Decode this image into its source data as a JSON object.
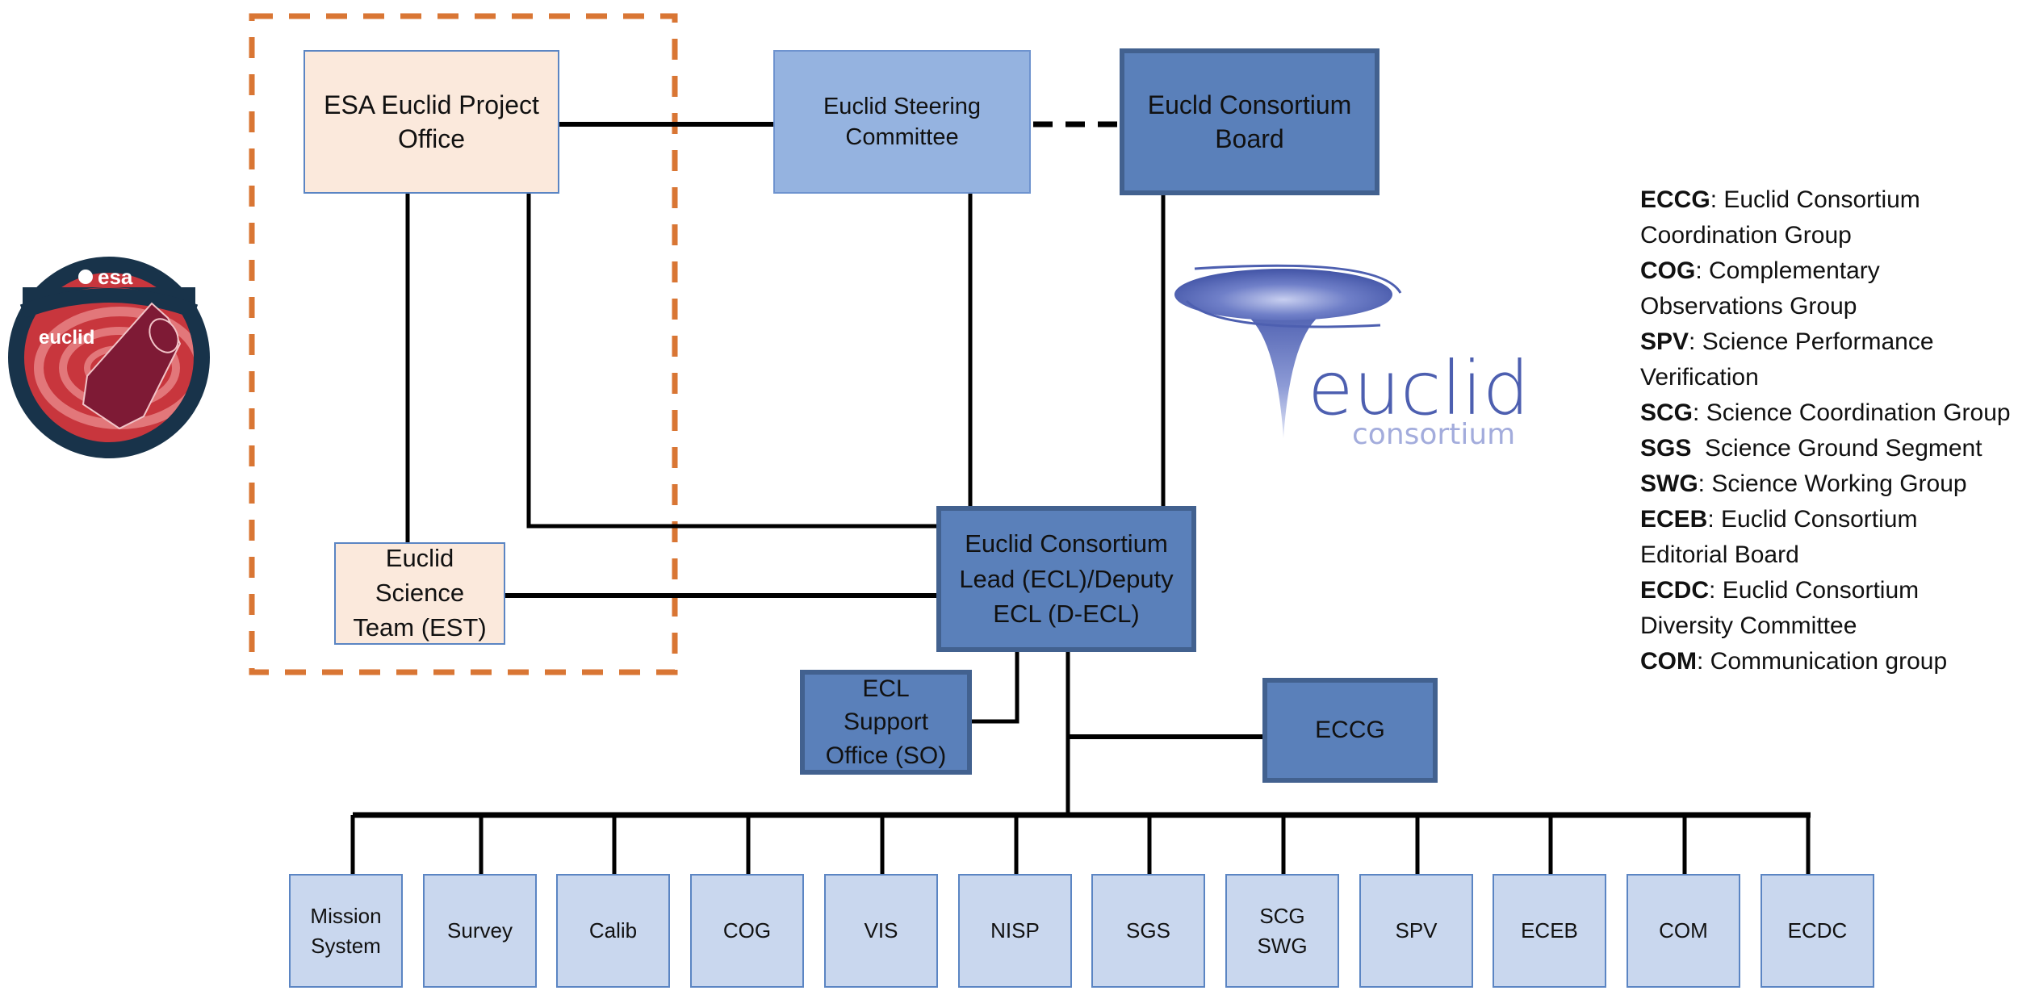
{
  "diagram": {
    "boxes": {
      "esa_project_office": "ESA Euclid Project\nOffice",
      "steering_committee": "Euclid Steering\nCommittee",
      "consortium_board": "Eucld Consortium\nBoard",
      "science_team": "Euclid\nScience\nTeam (EST)",
      "consortium_lead": "Euclid Consortium\nLead (ECL)/Deputy\nECL (D-ECL)",
      "support_office": "ECL\nSupport\nOffice (SO)",
      "eccg": "ECCG"
    },
    "groups": [
      {
        "label": "Mission\nSystem"
      },
      {
        "label": "Survey"
      },
      {
        "label": "Calib"
      },
      {
        "label": "COG"
      },
      {
        "label": "VIS"
      },
      {
        "label": "NISP"
      },
      {
        "label": "SGS"
      },
      {
        "label": "SCG\nSWG"
      },
      {
        "label": "SPV"
      },
      {
        "label": "ECEB"
      },
      {
        "label": "COM"
      },
      {
        "label": "ECDC"
      }
    ],
    "connections": [
      {
        "from": "esa_project_office",
        "to": "steering_committee",
        "style": "solid"
      },
      {
        "from": "steering_committee",
        "to": "consortium_board",
        "style": "dashed"
      },
      {
        "from": "steering_committee",
        "to": "consortium_lead",
        "style": "solid"
      },
      {
        "from": "consortium_board",
        "to": "consortium_lead",
        "style": "solid"
      },
      {
        "from": "esa_project_office",
        "to": "science_team",
        "style": "solid"
      },
      {
        "from": "esa_project_office",
        "to": "consortium_lead",
        "style": "solid"
      },
      {
        "from": "science_team",
        "to": "consortium_lead",
        "style": "solid"
      },
      {
        "from": "consortium_lead",
        "to": "support_office",
        "style": "solid"
      },
      {
        "from": "consortium_lead",
        "to": "eccg",
        "style": "solid"
      },
      {
        "from": "consortium_lead",
        "to": "groups",
        "style": "solid"
      }
    ],
    "esa_group_outline": {
      "style": "dashed",
      "color": "#d97634",
      "members": [
        "esa_project_office",
        "science_team"
      ]
    }
  },
  "logos": {
    "esa_mission_patch": {
      "top_text": "esa",
      "mission_text": "euclid",
      "icon": "euclid-spacecraft-patch-icon"
    },
    "consortium_logo": {
      "title": "euclid",
      "subtitle": "consortium",
      "icon": "funnel-galaxy-icon"
    }
  },
  "legend": [
    {
      "abbr": "ECCG",
      "sep": ": ",
      "text": "Euclid Consortium Coordination Group"
    },
    {
      "abbr": "COG",
      "sep": ": ",
      "text": "Complementary Observations Group"
    },
    {
      "abbr": "SPV",
      "sep": ": ",
      "text": "Science Performance Verification"
    },
    {
      "abbr": "SCG",
      "sep": ": ",
      "text": "Science Coordination Group"
    },
    {
      "abbr": "SGS",
      "sep": "  ",
      "text": "Science Ground Segment"
    },
    {
      "abbr": "SWG",
      "sep": ": ",
      "text": "Science Working Group"
    },
    {
      "abbr": "ECEB",
      "sep": ": ",
      "text": "Euclid Consortium Editorial Board"
    },
    {
      "abbr": "ECDC",
      "sep": ": ",
      "text": "Euclid Consortium Diversity Committee"
    },
    {
      "abbr": "COM",
      "sep": ": ",
      "text": "Communication group"
    }
  ],
  "colors": {
    "peach_fill": "#fbe9dc",
    "light_blue_fill": "#95b3e0",
    "dark_blue_fill": "#5a80ba",
    "dark_blue_border": "#42618f",
    "group_fill": "#c9d7ee",
    "box_border": "#5b85c3",
    "dashed_outline": "#d97634"
  }
}
